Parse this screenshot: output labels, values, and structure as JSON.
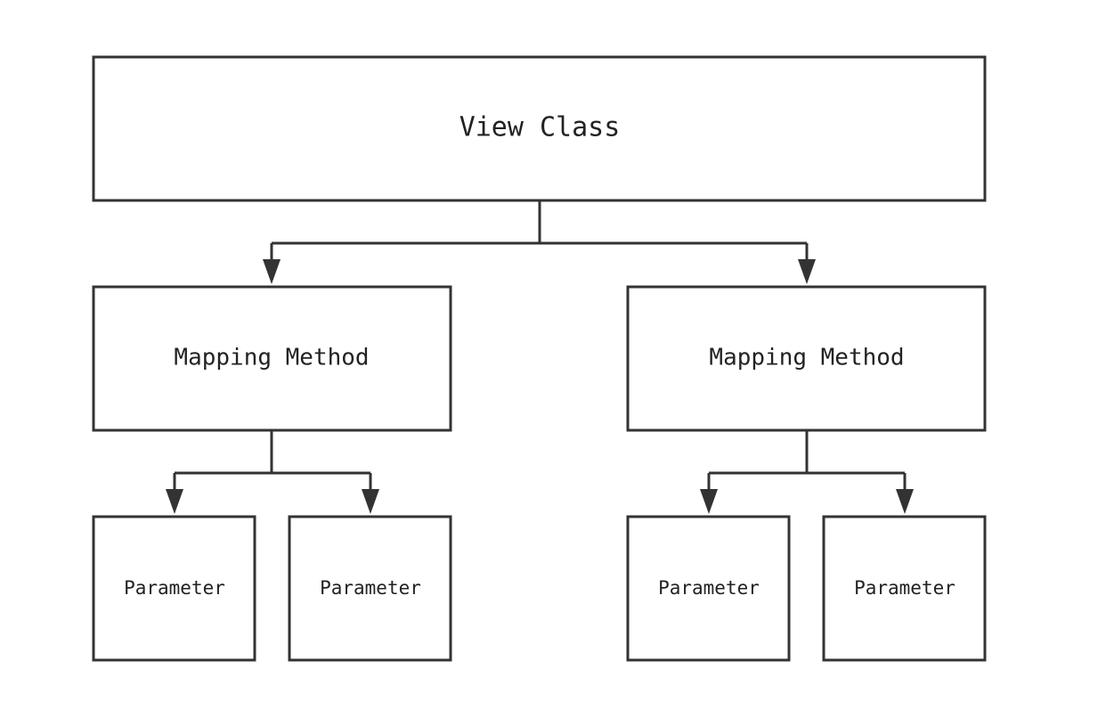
{
  "diagram": {
    "root": {
      "label": "View Class"
    },
    "methods": [
      {
        "label": "Mapping Method",
        "parameters": [
          {
            "label": "Parameter"
          },
          {
            "label": "Parameter"
          }
        ]
      },
      {
        "label": "Mapping Method",
        "parameters": [
          {
            "label": "Parameter"
          },
          {
            "label": "Parameter"
          }
        ]
      }
    ]
  },
  "colors": {
    "stroke": "#333333",
    "text": "#222222",
    "background": "#ffffff"
  }
}
